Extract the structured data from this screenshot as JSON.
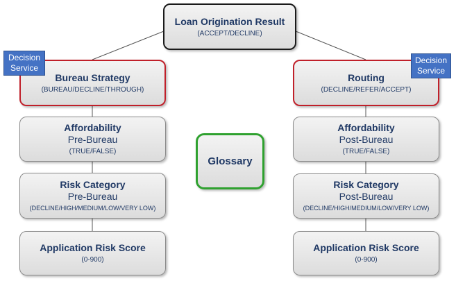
{
  "result": {
    "title": "Loan Origination Result",
    "options": "(ACCEPT/DECLINE)"
  },
  "left": {
    "tag": [
      "Decision",
      "Service"
    ],
    "strategy": {
      "title": "Bureau Strategy",
      "options": "(BUREAU/DECLINE/THROUGH)"
    },
    "affordability": {
      "title": "Affordability",
      "subtitle": "Pre-Bureau",
      "options": "(TRUE/FALSE)"
    },
    "risk": {
      "title": "Risk Category",
      "subtitle": "Pre-Bureau",
      "options": "(DECLINE/HIGH/MEDIUM/LOW/VERY LOW)"
    },
    "score": {
      "title": "Application Risk Score",
      "options": "(0-900)"
    }
  },
  "right": {
    "tag": [
      "Decision",
      "Service"
    ],
    "strategy": {
      "title": "Routing",
      "options": "(DECLINE/REFER/ACCEPT)"
    },
    "affordability": {
      "title": "Affordability",
      "subtitle": "Post-Bureau",
      "options": "(TRUE/FALSE)"
    },
    "risk": {
      "title": "Risk Category",
      "subtitle": "Post-Bureau",
      "options": "(DECLINE/HIGH/MEDIUM/LOW/VERY LOW)"
    },
    "score": {
      "title": "Application Risk Score",
      "options": "(0-900)"
    }
  },
  "glossary": {
    "title": "Glossary"
  },
  "colors": {
    "text": "#1f3864",
    "decision_border": "#c0202a",
    "glossary_border": "#2fa12f",
    "tag_fill": "#4472c4"
  }
}
